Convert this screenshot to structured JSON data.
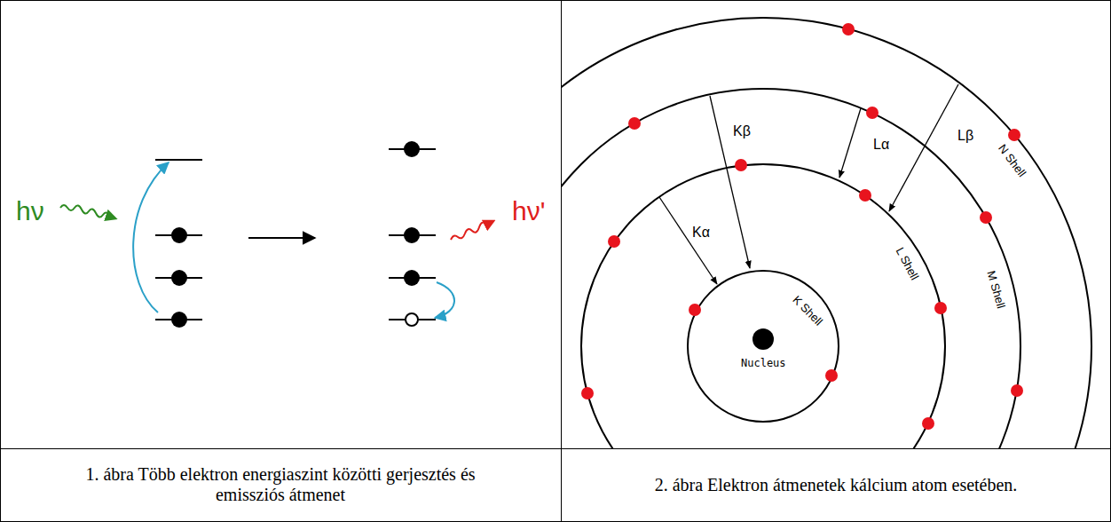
{
  "diagram": {
    "labels": [
      "hν",
      "hν'",
      "Kβ",
      "Lα",
      "Lβ",
      "Kα",
      "N Shell",
      "M Shell",
      "L Shell",
      "K Shell",
      "Nucleus",
      "1. ábra Több elektron energiaszint közötti gerjesztés és emissziós átmenet",
      "2. ábra Elektron átmenetek kálcium atom esetében."
    ]
  }
}
